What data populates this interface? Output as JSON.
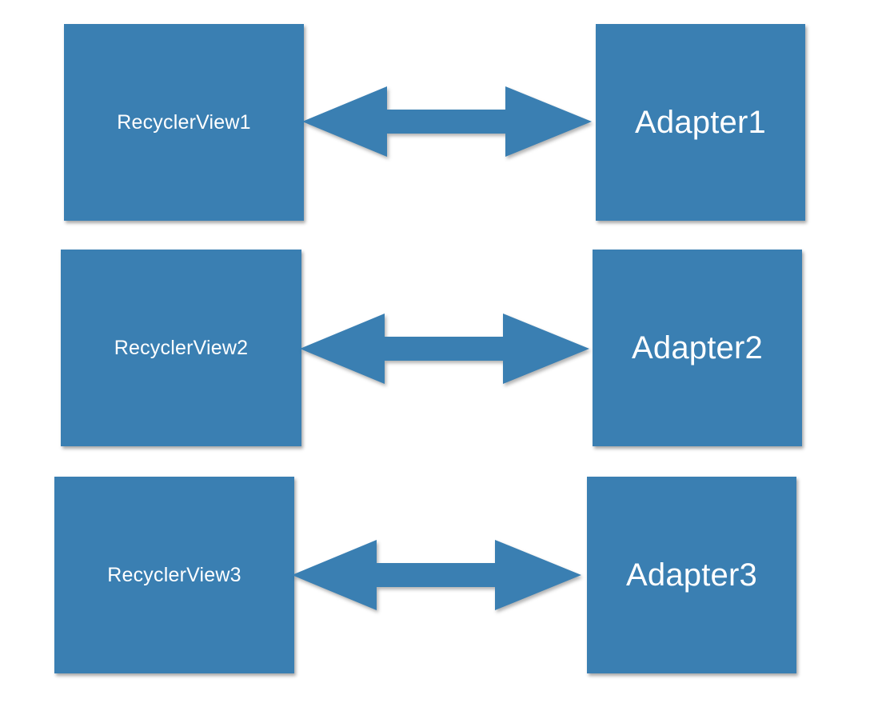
{
  "colors": {
    "box_fill": "#3a7fb2",
    "arrow_fill": "#3a7fb2",
    "text": "#ffffff",
    "background": "#ffffff"
  },
  "rows": [
    {
      "recycler_label": "RecyclerView1",
      "adapter_label": "Adapter1",
      "connector": "double-headed-arrow"
    },
    {
      "recycler_label": "RecyclerView2",
      "adapter_label": "Adapter2",
      "connector": "double-headed-arrow"
    },
    {
      "recycler_label": "RecyclerView3",
      "adapter_label": "Adapter3",
      "connector": "double-headed-arrow"
    }
  ]
}
